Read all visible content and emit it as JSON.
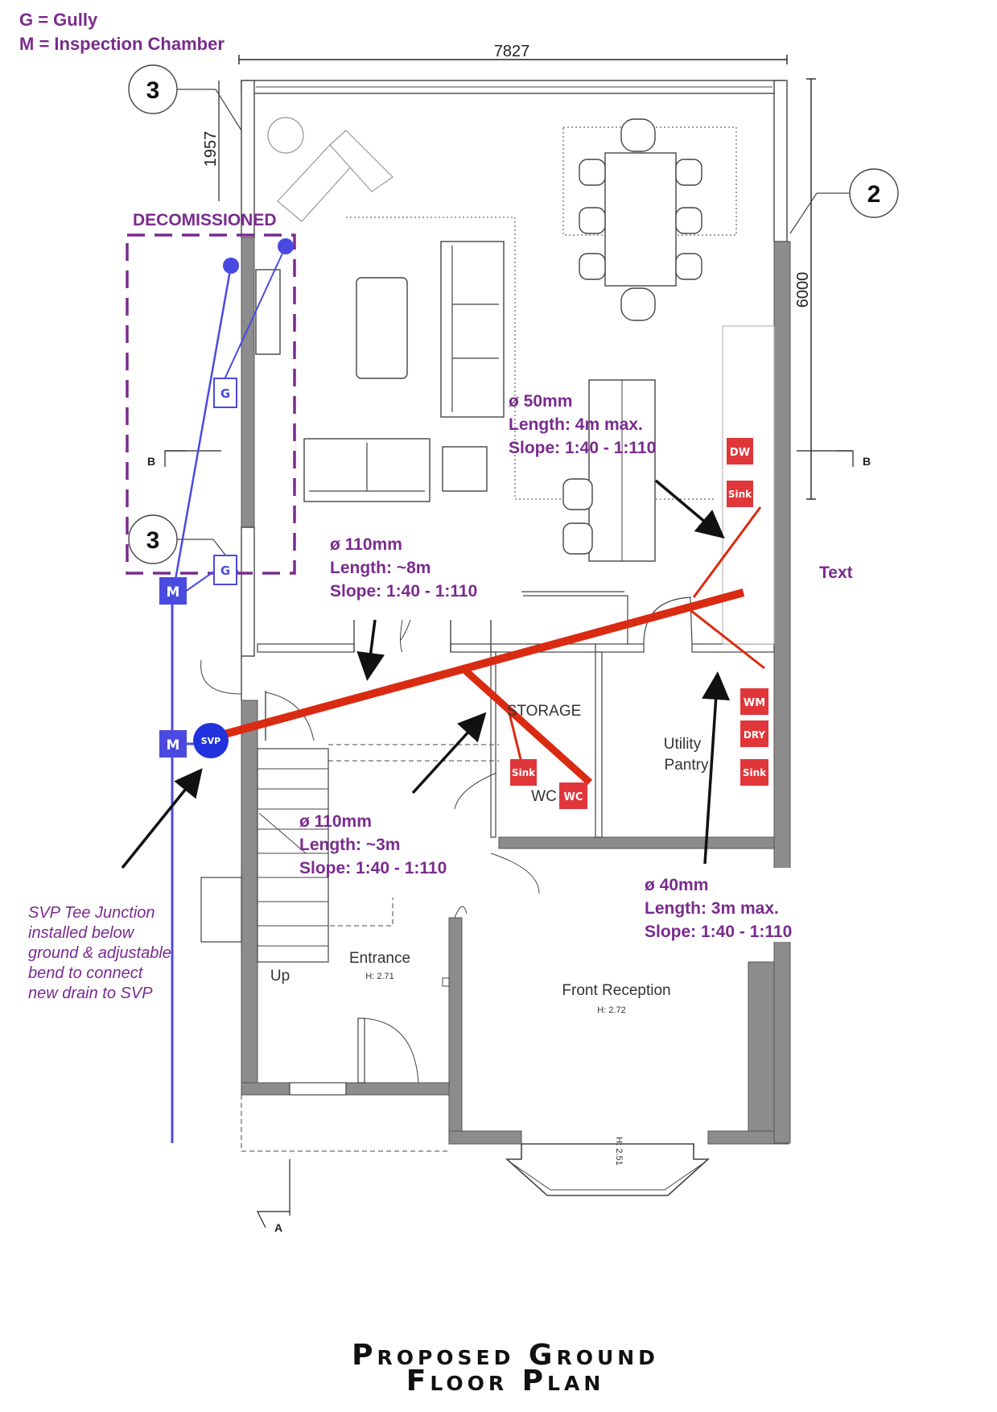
{
  "legend": {
    "gully": "G = Gully",
    "inspection": "M = Inspection Chamber"
  },
  "dimensions": {
    "width": "7827",
    "depth": "6000",
    "side": "1957"
  },
  "callouts": [
    "3",
    "2",
    "3"
  ],
  "decommissioned": "DECOMISSIONED",
  "section_marks": {
    "b_left": "B",
    "b_right": "B",
    "a": "A"
  },
  "pipes": {
    "p50": {
      "dia": "ø 50mm",
      "length": "Length: 4m max.",
      "slope": "Slope: 1:40 - 1:110"
    },
    "p110a": {
      "dia": "ø 110mm",
      "length": "Length: ~8m",
      "slope": "Slope: 1:40 - 1:110"
    },
    "p110b": {
      "dia": "ø 110mm",
      "length": "Length: ~3m",
      "slope": "Slope: 1:40 - 1:110"
    },
    "p40": {
      "dia": "ø 40mm",
      "length": "Length: 3m max.",
      "slope": "Slope: 1:40 - 1:110"
    }
  },
  "text_label": "Text",
  "rooms": {
    "storage": "STORAGE",
    "utility": "Utility",
    "pantry": "Pantry",
    "wc": "WC",
    "entrance": "Entrance",
    "entrance_h": "H: 2.71",
    "front_reception": "Front Reception",
    "front_reception_h": "H: 2.72",
    "bay_h": "H: 2.51",
    "stair_up": "Up"
  },
  "fixtures": {
    "dw": "DW",
    "sink_kitchen": "Sink",
    "wm": "WM",
    "dry": "DRY",
    "sink_utility": "Sink",
    "sink_wc": "Sink",
    "wc": "WC",
    "svp": "SVP",
    "m1": "M",
    "m2": "M",
    "g1": "G",
    "g2": "G"
  },
  "svp_note": [
    "SVP Tee Junction",
    "installed below",
    "ground & adjustable",
    "bend to connect",
    "new drain to SVP"
  ],
  "title": [
    "Proposed Ground",
    "Floor Plan"
  ],
  "colors": {
    "annotation": "#7a2b8e",
    "drain_pipe": "#d92b12",
    "fixture_badge": "#e0363a",
    "existing_drain": "#4a4ae0"
  }
}
